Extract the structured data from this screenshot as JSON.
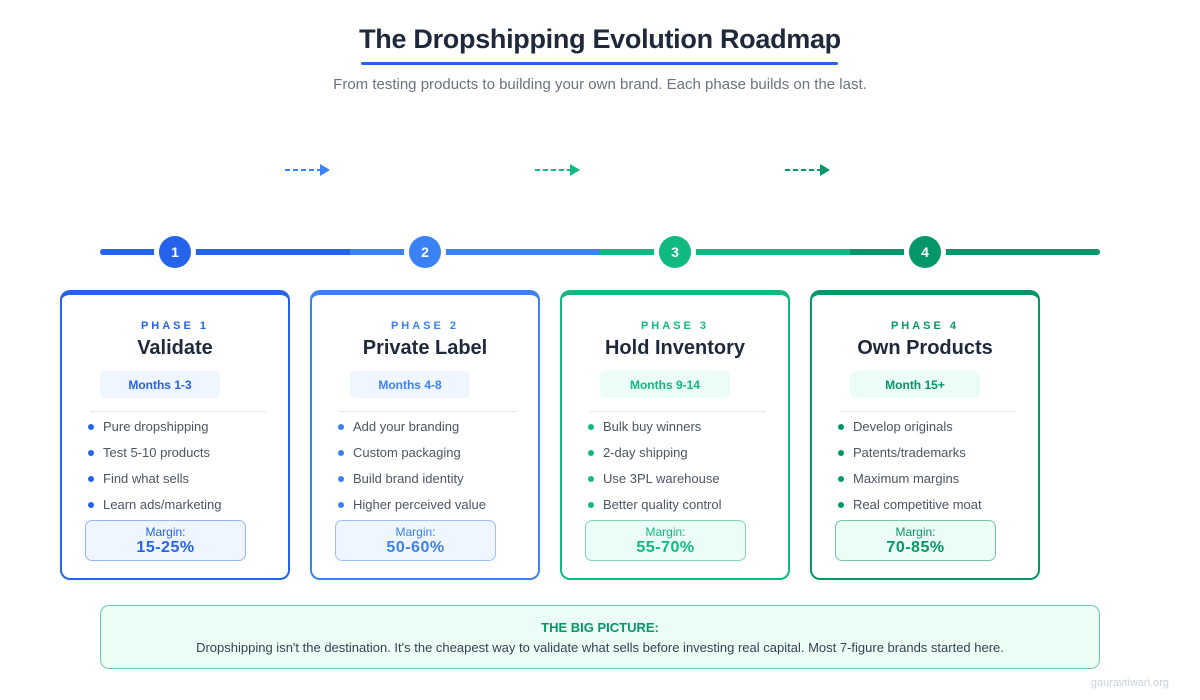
{
  "header": {
    "title": "The Dropshipping Evolution Roadmap",
    "subtitle": "From testing products to building your own brand. Each phase builds on the last.",
    "underline_color": "#2563eb"
  },
  "flow_arrows": [
    {
      "icon": "dashed-arrow-right-icon",
      "color": "#3b82f6"
    },
    {
      "icon": "dashed-arrow-right-icon",
      "color": "#10b981"
    },
    {
      "icon": "dashed-arrow-right-icon",
      "color": "#059669"
    }
  ],
  "timeline": {
    "steps": [
      {
        "number": "1",
        "color": "#2563eb"
      },
      {
        "number": "2",
        "color": "#3b82f6"
      },
      {
        "number": "3",
        "color": "#10b981"
      },
      {
        "number": "4",
        "color": "#059669"
      }
    ]
  },
  "phases": [
    {
      "label": "PHASE 1",
      "title": "Validate",
      "months": "Months 1-3",
      "items": [
        "Pure dropshipping",
        "Test 5-10 products",
        "Find what sells",
        "Learn ads/marketing"
      ],
      "margin_label": "Margin:",
      "margin_value": "15-25%",
      "colors": {
        "accent": "#2563eb",
        "badge_bg": "#eff6ff",
        "margin_border": "#93b7f5"
      }
    },
    {
      "label": "PHASE 2",
      "title": "Private Label",
      "months": "Months 4-8",
      "items": [
        "Add your branding",
        "Custom packaging",
        "Build brand identity",
        "Higher perceived value"
      ],
      "margin_label": "Margin:",
      "margin_value": "50-60%",
      "colors": {
        "accent": "#3b82f6",
        "badge_bg": "#eff6ff",
        "margin_border": "#9cc1f8"
      }
    },
    {
      "label": "PHASE 3",
      "title": "Hold Inventory",
      "months": "Months 9-14",
      "items": [
        "Bulk buy winners",
        "2-day shipping",
        "Use 3PL warehouse",
        "Better quality control"
      ],
      "margin_label": "Margin:",
      "margin_value": "55-70%",
      "colors": {
        "accent": "#10b981",
        "badge_bg": "#ecfdf5",
        "margin_border": "#7fd9b7"
      }
    },
    {
      "label": "PHASE 4",
      "title": "Own Products",
      "months": "Month 15+",
      "items": [
        "Develop originals",
        "Patents/trademarks",
        "Maximum margins",
        "Real competitive moat"
      ],
      "margin_label": "Margin:",
      "margin_value": "70-85%",
      "colors": {
        "accent": "#059669",
        "badge_bg": "#ecfdf5",
        "margin_border": "#72c7a4"
      }
    }
  ],
  "big_picture": {
    "heading": "THE BIG PICTURE:",
    "text": "Dropshipping isn't the destination. It's the cheapest way to validate what sells before investing real capital. Most 7-figure brands started here."
  },
  "watermark": "gauravtiwari.org"
}
